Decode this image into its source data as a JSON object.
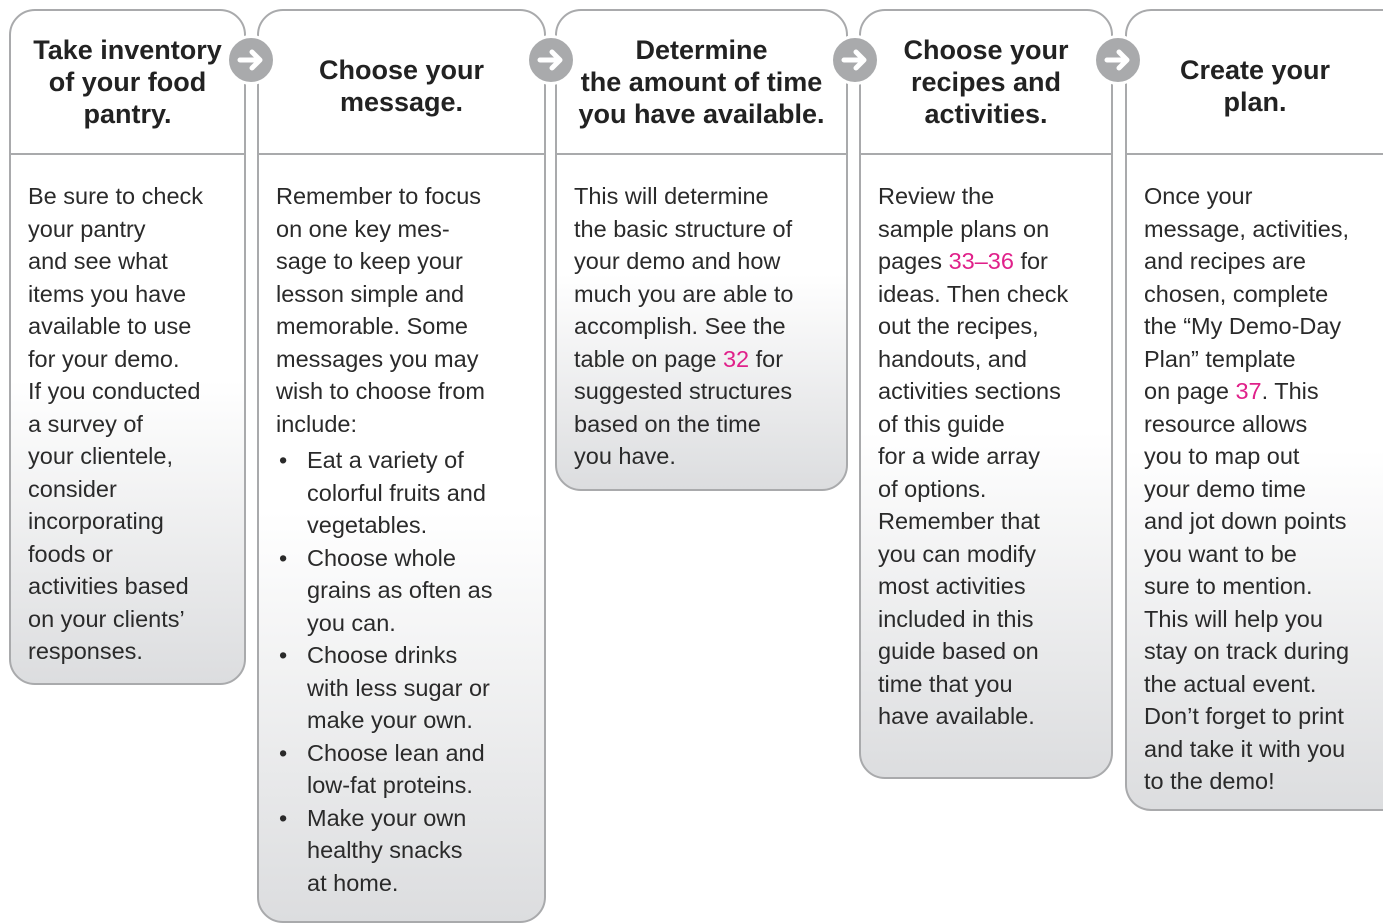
{
  "steps": [
    {
      "title_lines": [
        "Take inventory",
        "of your food",
        "pantry."
      ],
      "body_lines": [
        "Be sure to check",
        "your pantry",
        "and see what",
        "items you have",
        "available to use",
        "for your demo.",
        "If you conducted",
        "a survey of",
        "your clientele,",
        "consider",
        "incorporating",
        "foods or",
        "activities based",
        "on your clients’",
        "responses."
      ]
    },
    {
      "title_lines": [
        "Choose your",
        "message."
      ],
      "body_lines": [
        "Remember to focus",
        "on one key mes-",
        "sage to keep your",
        "lesson simple and",
        "memorable. Some",
        "messages you may",
        "wish to choose from",
        "include:"
      ],
      "bullets": [
        [
          "Eat a variety of",
          "colorful fruits and",
          "vegetables."
        ],
        [
          "Choose whole",
          "grains as often as",
          "you can."
        ],
        [
          "Choose drinks",
          "with less sugar or",
          "make your own."
        ],
        [
          "Choose lean and",
          "low-fat proteins."
        ],
        [
          "Make your own",
          "healthy snacks",
          "at home."
        ]
      ]
    },
    {
      "title_lines": [
        "Determine",
        "the amount of time",
        "you have available."
      ],
      "body": {
        "l1": "This will determine",
        "l2": "the basic structure of",
        "l3": "your demo and how",
        "l4": "much you are able to",
        "l5": "accomplish. See the",
        "l6a": "table on page ",
        "l6_page": "32",
        "l6b": " for",
        "l7": "suggested structures",
        "l8": "based on the time",
        "l9": "you have."
      }
    },
    {
      "title_lines": [
        "Choose your",
        "recipes and",
        "activities."
      ],
      "body": {
        "l1": "Review the",
        "l2": "sample plans on",
        "l3a": "pages ",
        "l3_page": "33–36",
        "l3b": " for",
        "l4": "ideas. Then check",
        "l5": "out the recipes,",
        "l6": "handouts, and",
        "l7": "activities sections",
        "l8": "of this guide",
        "l9": "for a wide array",
        "l10": "of options.",
        "l11": "Remember that",
        "l12": "you can modify",
        "l13": "most activities",
        "l14": "included in this",
        "l15": "guide based on",
        "l16": "time that you",
        "l17": "have available."
      }
    },
    {
      "title_lines": [
        "Create your",
        "plan."
      ],
      "body": {
        "l1": "Once your",
        "l2": "message, activities,",
        "l3": "and recipes are",
        "l4": "chosen, complete",
        "l5": "the “My Demo-Day",
        "l6": "Plan” template",
        "l7a": "on page ",
        "l7_page": "37",
        "l7b": ". This",
        "l8": "resource allows",
        "l9": "you to map out",
        "l10": "your demo time",
        "l11": "and jot down points",
        "l12": "you want to be",
        "l13": "sure to mention.",
        "l14": "This will help you",
        "l15": "stay on track during",
        "l16": "the actual event.",
        "l17": "Don’t forget to print",
        "l18": "and take it with you",
        "l19": "to the demo!"
      }
    }
  ],
  "bullet_glyph": "•",
  "colors": {
    "border": "#a9aaac",
    "page_link": "#e0218a",
    "arrow_fill": "#a9aaac",
    "arrow_glyph": "#ffffff"
  },
  "icons": [
    "arrow-right-icon"
  ]
}
